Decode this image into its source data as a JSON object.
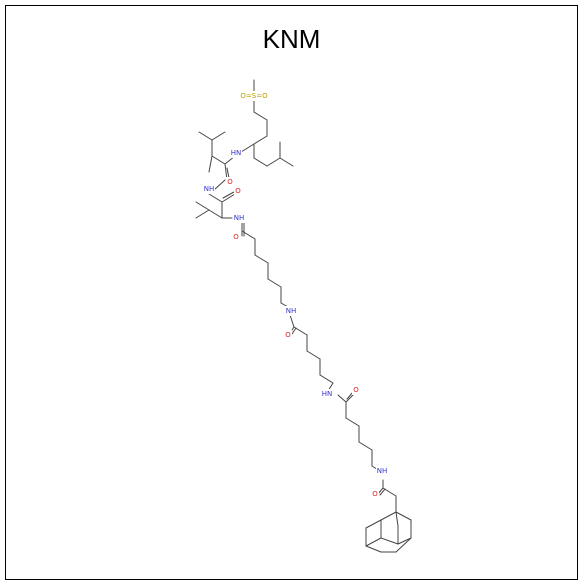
{
  "title": "KNM",
  "colors": {
    "carbon_bond": "#444444",
    "nitrogen": "#3333cc",
    "oxygen": "#dd2222",
    "sulfur": "#b8a000"
  },
  "atom_labels": {
    "methylsulfonyl": "O=S=O",
    "nh1": "HN",
    "o1": "O",
    "nh2": "NH",
    "o2": "O",
    "nh3": "NH",
    "o3": "O",
    "nh4": "NH",
    "o4": "O",
    "nh5": "HN",
    "o5": "O",
    "nh6": "NH",
    "o6": "O"
  }
}
